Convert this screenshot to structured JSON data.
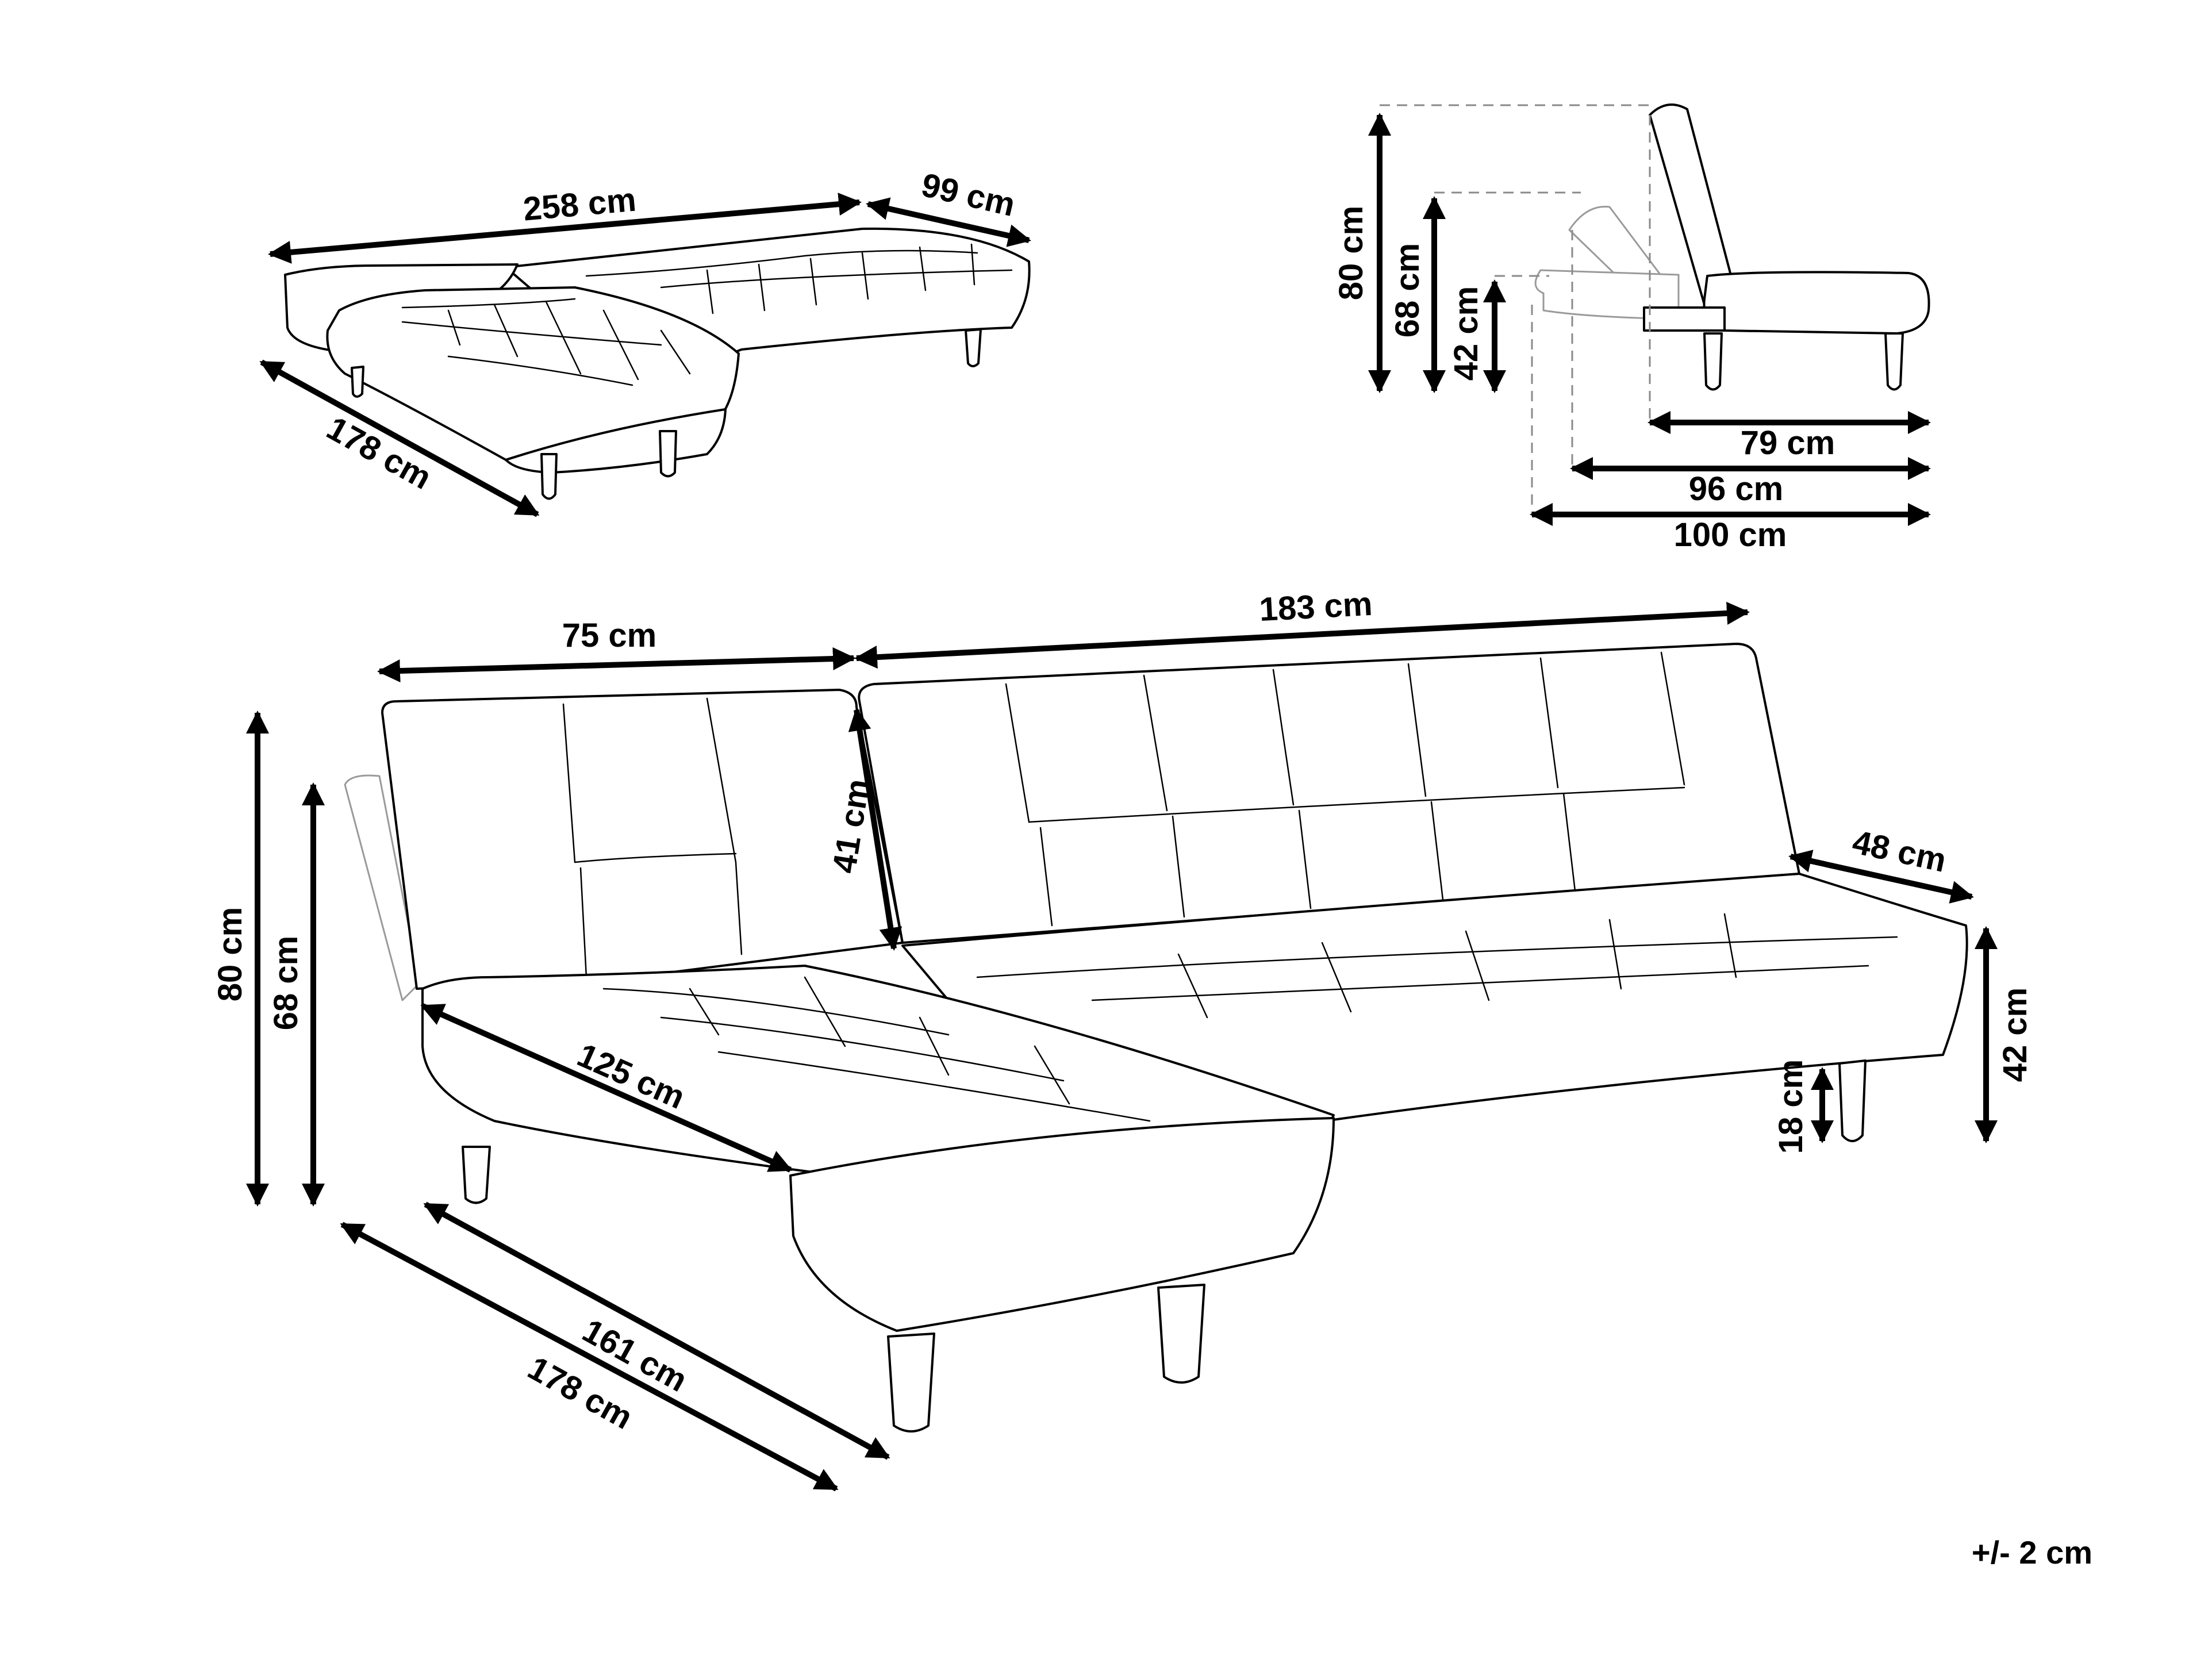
{
  "labels": {
    "top_total_width": "258  cm",
    "top_depth": "99 cm",
    "top_chaise_length": "178 cm",
    "side_height_back": "80 cm",
    "side_height_mid": "68 cm",
    "side_height_seat": "42 cm",
    "side_depth_seat": "79 cm",
    "side_depth_mid": "96 cm",
    "side_depth_full": "100 cm",
    "front_chaise_width": "75 cm",
    "front_sofa_width": "183 cm",
    "front_back_height": "41 cm",
    "front_arm_depth": "48 cm",
    "front_seat_height": "42 cm",
    "front_leg_height": "18 cm",
    "front_chaise_diag": "125 cm",
    "front_total_height": "80 cm",
    "front_mid_height": "68 cm",
    "front_chaise_depth": "161 cm",
    "front_chaise_total": "178 cm",
    "tolerance": "+/- 2 cm"
  },
  "colors": {
    "line": "#000000",
    "ghost": "#9a9a9a",
    "background": "#ffffff"
  }
}
